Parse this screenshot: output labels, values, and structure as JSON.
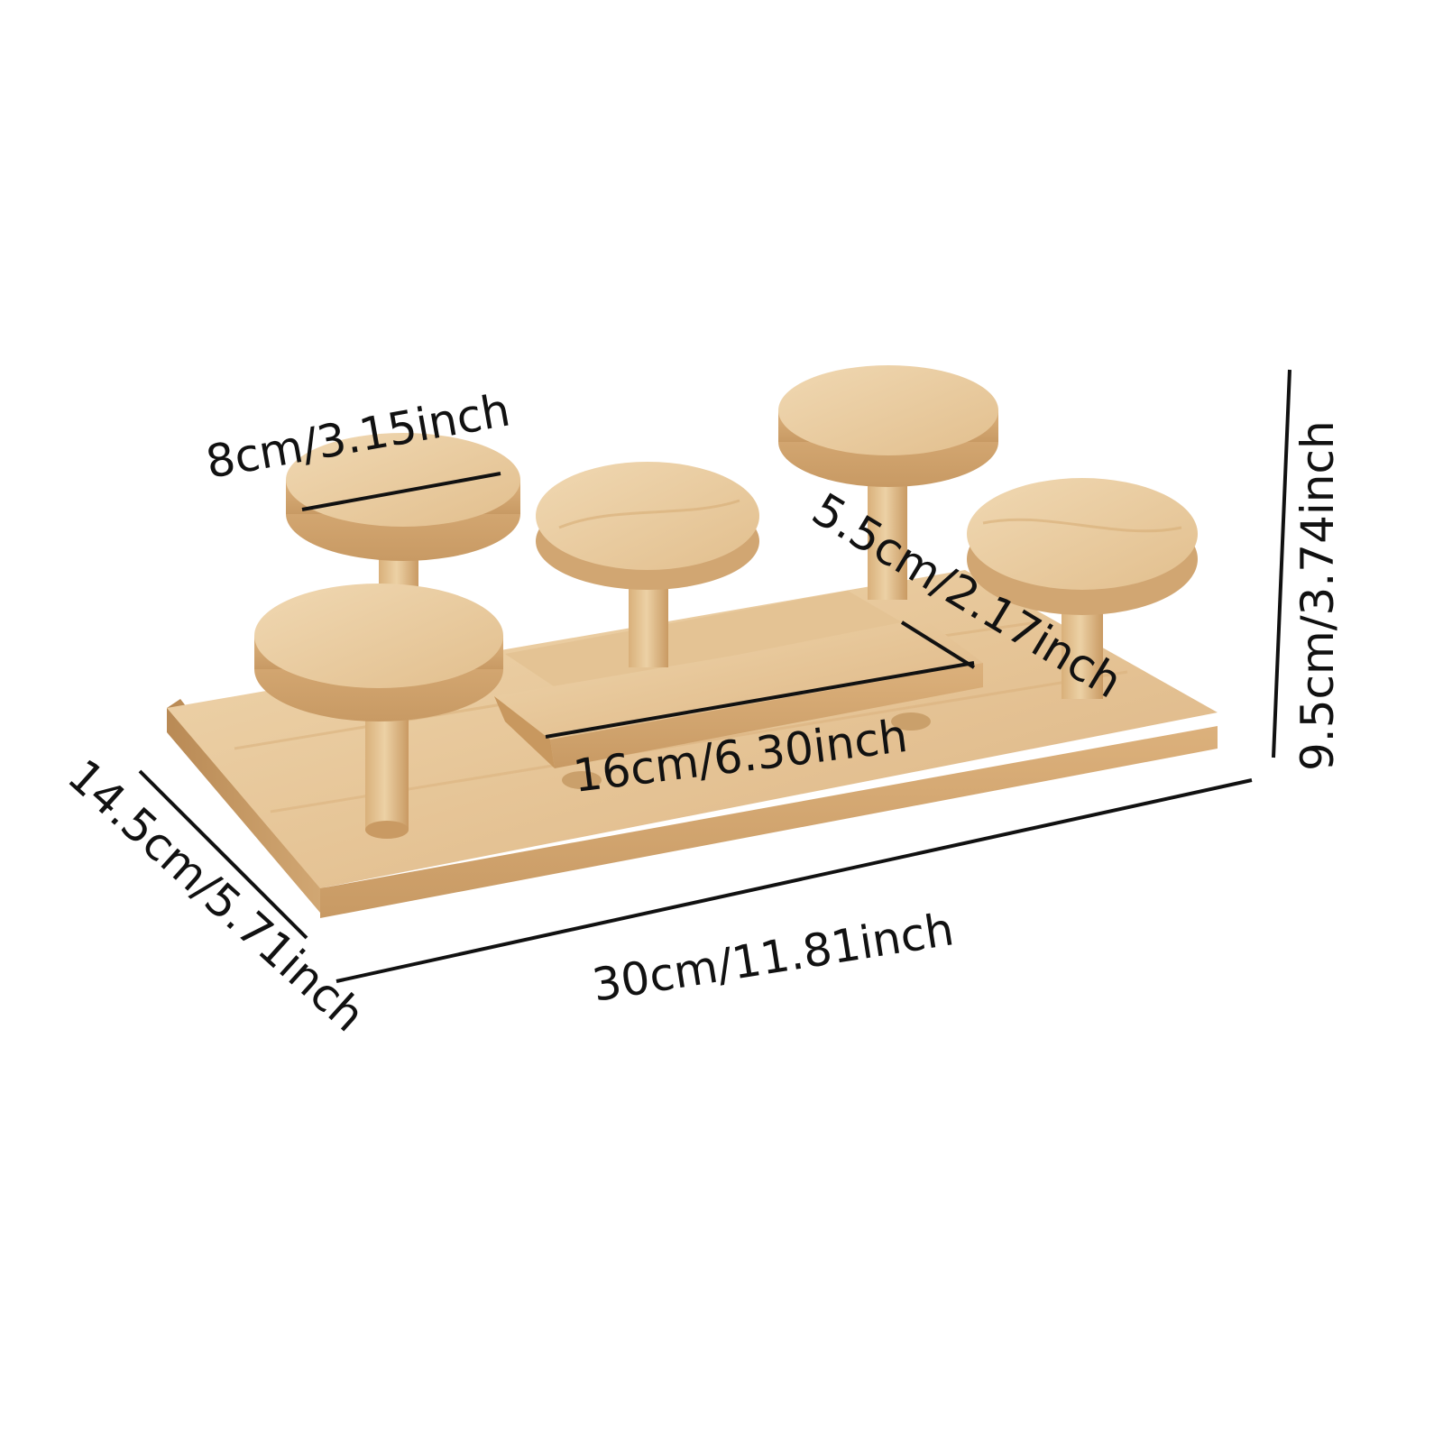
{
  "product": {
    "name": "Wooden multi-level platform stand",
    "platform_count": 5,
    "colors": {
      "wood_top": "#ecd0a6",
      "wood_mid": "#e2bf8e",
      "wood_edge": "#d0a672",
      "wood_dark": "#b98a55",
      "annotation": "#111111",
      "background": "#ffffff"
    }
  },
  "dimensions": {
    "round_platform_diameter": "8cm/3.15inch",
    "pillar_height": "5.5cm/2.17inch",
    "total_height": "9.5cm/3.74inch",
    "step_length": "16cm/6.30inch",
    "base_length": "30cm/11.81inch",
    "base_width": "14.5cm/5.71inch"
  }
}
